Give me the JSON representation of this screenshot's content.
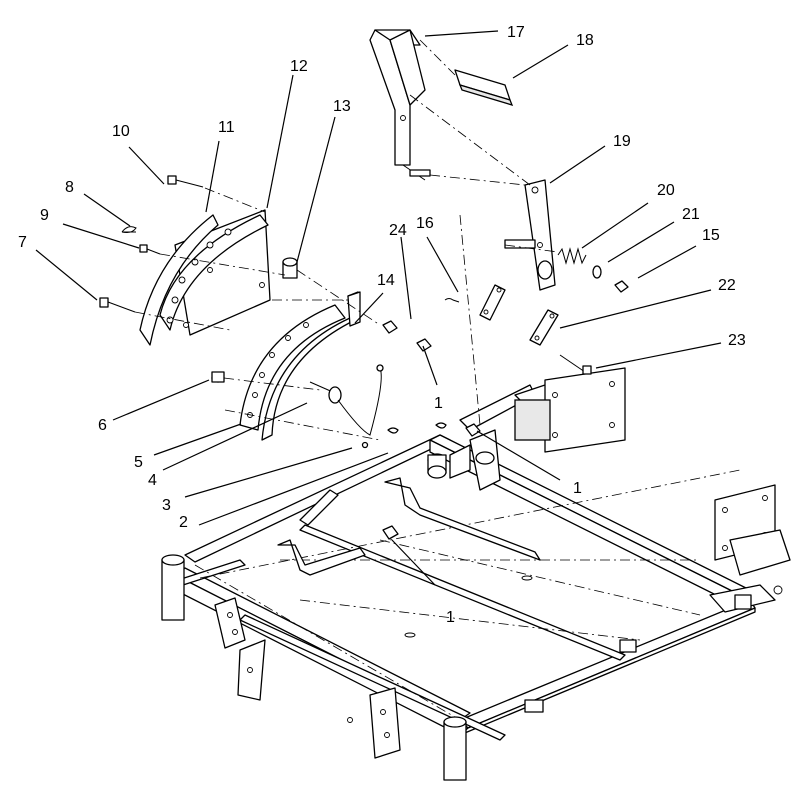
{
  "callouts": {
    "c1a": "1",
    "c1b": "1",
    "c1c": "1",
    "c2": "2",
    "c3": "3",
    "c4": "4",
    "c5": "5",
    "c6": "6",
    "c7": "7",
    "c8": "8",
    "c9": "9",
    "c10": "10",
    "c11": "11",
    "c12": "12",
    "c13": "13",
    "c14": "14",
    "c15": "15",
    "c16": "16",
    "c17": "17",
    "c18": "18",
    "c19": "19",
    "c20": "20",
    "c21": "21",
    "c22": "22",
    "c23": "23",
    "c24": "24"
  }
}
